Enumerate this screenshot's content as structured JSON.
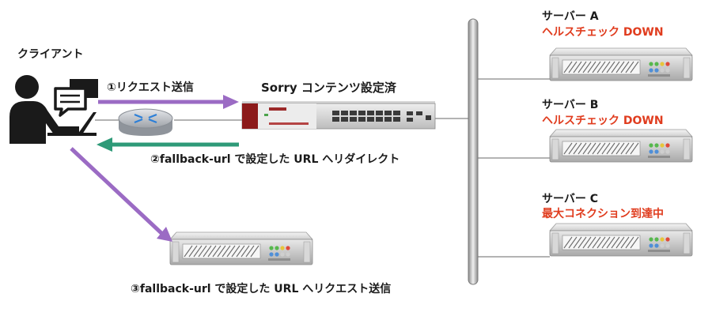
{
  "colors": {
    "request_arrow": "#9b6bc4",
    "redirect_arrow": "#2e9a78",
    "status_text": "#e03c1e",
    "line": "#9a9a9a"
  },
  "client": {
    "label": "クライアント"
  },
  "load_balancer": {
    "label": "Sorry コンテンツ設定済"
  },
  "flows": {
    "step1": "①リクエスト送信",
    "step2": "②fallback-url で設定した URL へリダイレクト",
    "step3": "③fallback-url で設定した URL へリクエスト送信"
  },
  "servers": [
    {
      "name": "サーバー A",
      "status": "ヘルスチェック DOWN"
    },
    {
      "name": "サーバー B",
      "status": "ヘルスチェック DOWN"
    },
    {
      "name": "サーバー C",
      "status": "最大コネクション到達中"
    }
  ],
  "icons": [
    "user-icon",
    "chat-bubbles-icon",
    "laptop-icon",
    "router-icon",
    "load-balancer-icon",
    "server-icon"
  ]
}
